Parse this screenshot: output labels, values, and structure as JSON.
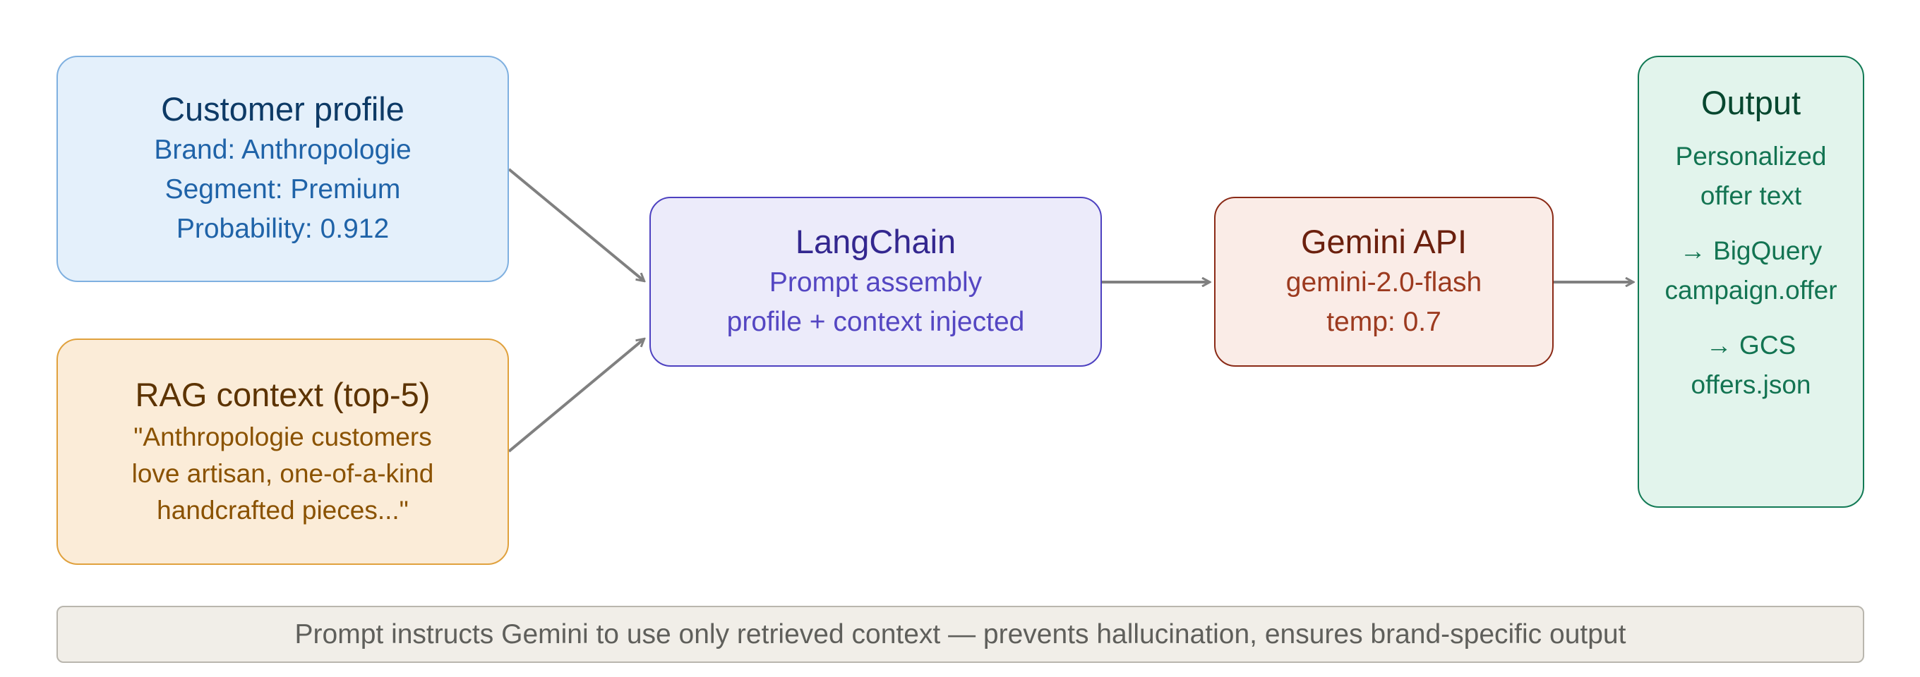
{
  "nodes": {
    "customer_profile": {
      "title": "Customer profile",
      "lines": [
        "Brand: Anthropologie",
        "Segment: Premium",
        "Probability: 0.912"
      ]
    },
    "rag_context": {
      "title": "RAG context (top-5)",
      "lines": [
        "\"Anthropologie customers",
        "love artisan, one-of-a-kind",
        "handcrafted pieces...\""
      ]
    },
    "langchain": {
      "title": "LangChain",
      "lines": [
        "Prompt assembly",
        "profile + context injected"
      ]
    },
    "gemini": {
      "title": "Gemini API",
      "lines": [
        "gemini-2.0-flash",
        "temp: 0.7"
      ]
    },
    "output": {
      "title": "Output",
      "groups": [
        [
          "Personalized",
          "offer text"
        ],
        [
          "→ BigQuery",
          "campaign.offer"
        ],
        [
          "→ GCS",
          "offers.json"
        ]
      ]
    }
  },
  "footer": {
    "note": "Prompt instructs Gemini to use only retrieved context — prevents hallucination, ensures brand-specific output"
  },
  "colors": {
    "connector": "#808080"
  }
}
